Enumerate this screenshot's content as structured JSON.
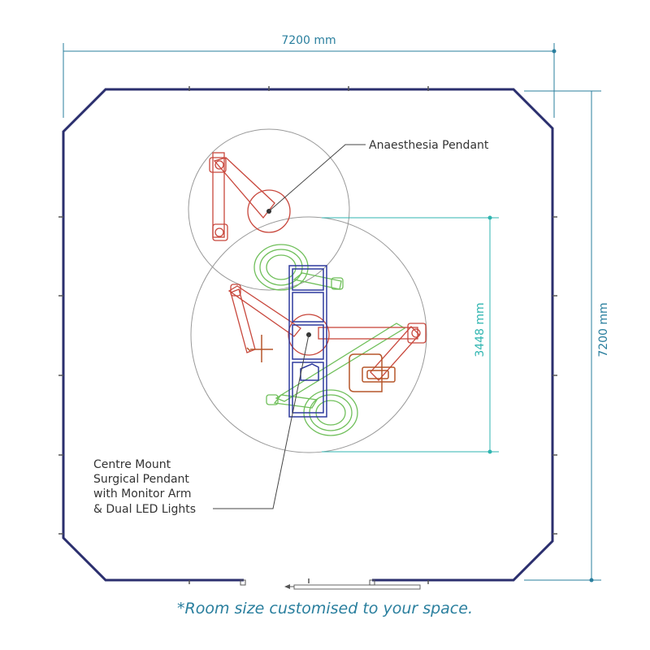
{
  "dimensions": {
    "room_width": "7200 mm",
    "room_depth": "7200 mm",
    "pendant_reach": "3448 mm"
  },
  "labels": {
    "anaesthesia_pendant": "Anaesthesia Pendant",
    "surgical_pendant_lines": [
      "Centre Mount",
      "Surgical Pendant",
      "with Monitor Arm",
      "& Dual LED Lights"
    ]
  },
  "footnote": "*Room size customised to your space.",
  "colors": {
    "room_wall": "#2b2f6e",
    "dimension": "#2a7f9e",
    "dimension_teal": "#2fb5b0",
    "anaesthesia_pendant": "#c8473c",
    "surgical_pendant": "#2e3a9e",
    "led_lights": "#6fbf5a",
    "monitor": "#b5562a",
    "sweep_circle": "#999999"
  }
}
